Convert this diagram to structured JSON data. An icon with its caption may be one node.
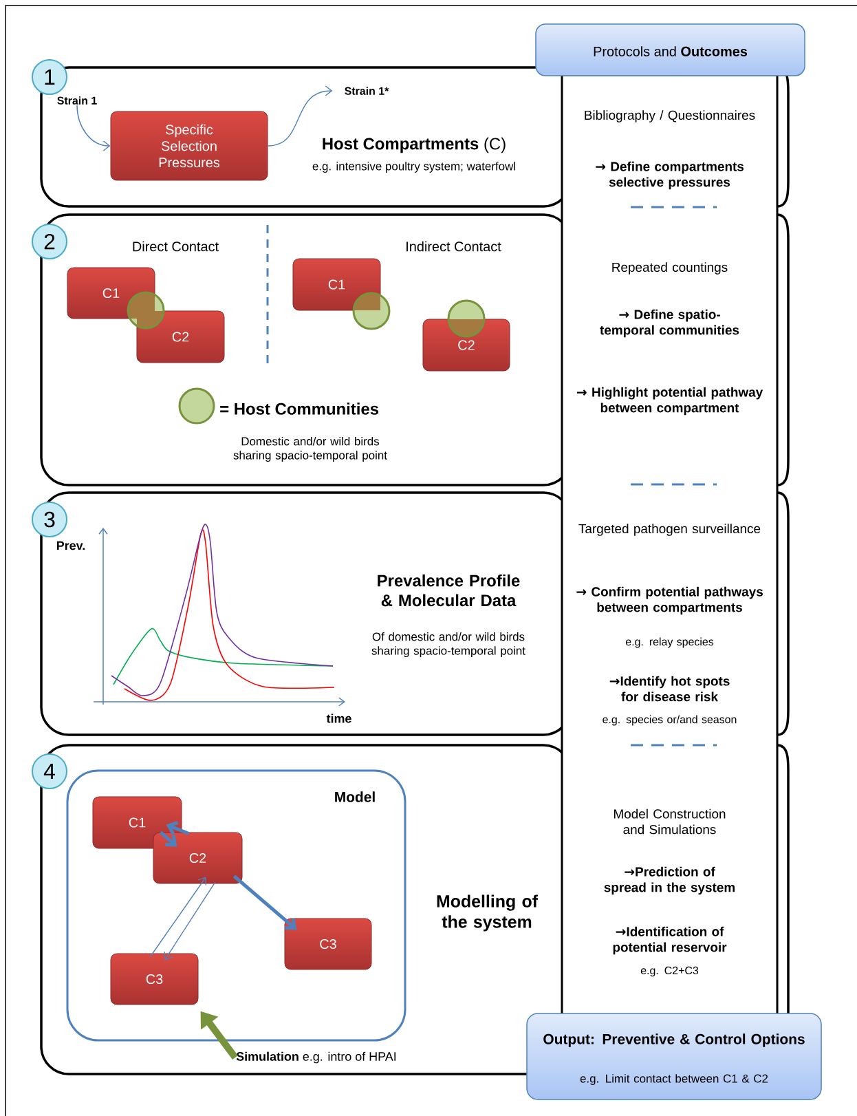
{
  "diagram": {
    "nodes": [
      {
        "text": [
          "Protocols and **Outcomes**"
        ]
      },
      {
        "text": [
          "Bibliography / Questionnaires",
          "→ Define compartments selective pressures",
          "Repeated countings",
          "→ Define spatio-temporal communities",
          "→ Highlight potential pathway between compartment",
          "Targeted pathogen surveillance",
          "→ Confirm potential pathways between compartments",
          "e.g. relay species",
          "→Identify hot spots for disease risk",
          "e.g. species or/and season",
          "Model Construction and Simulations",
          "→Prediction of spread in the system",
          "→Identification of potential reservoir",
          "e.g. C2+C3"
        ]
      },
      {
        "text": [
          "Output: Preventive & Control Options",
          "e.g. Limit contact between C1 & C2"
        ]
      },
      {
        "text": [
          "1"
        ]
      },
      {
        "text": [
          "**Host Compartments** (C)",
          "e.g. intensive poultry system; waterfowl"
        ]
      },
      {
        "text": [
          "Strain 1"
        ],
        "in": 4
      },
      {
        "text": [
          "Specific Selection Pressures"
        ],
        "in": 4
      },
      {
        "text": [
          "Strain 1*"
        ],
        "in": 4
      },
      {
        "text": [
          "2"
        ]
      },
      {
        "text": [],
        "shape": "box"
      },
      {
        "text": [
          "C1"
        ],
        "in": 9
      },
      {
        "text": [
          "C2"
        ],
        "in": 9
      },
      {
        "text": [
          "C1"
        ],
        "in": 9
      },
      {
        "text": [
          "C2"
        ],
        "in": 9
      },
      {
        "text": [
          "3"
        ]
      },
      {
        "text": [
          "Prevalence Profile & Molecular Data",
          "Of domestic and/or wild birds sharing spacio-temporal point"
        ]
      },
      {
        "text": [
          "4"
        ]
      },
      {
        "text": [
          "Modelling of the system"
        ]
      },
      {
        "text": [
          "Model"
        ],
        "in": 17
      },
      {
        "text": [
          "C1"
        ],
        "in": 18
      },
      {
        "text": [
          "C2"
        ],
        "in": 18
      },
      {
        "text": [
          "C3"
        ],
        "in": 18
      },
      {
        "text": [
          "C3"
        ],
        "in": 18
      },
      {
        "text": [
          "**Simulation** e.g. intro of HPAI"
        ],
        "in": 17
      }
    ],
    "edges": [
      {
        "from": 5,
        "to": 6,
        "arrow": "to"
      },
      {
        "from": 6,
        "to": 7,
        "arrow": "to"
      },
      {
        "from": 19,
        "to": 20,
        "arrow": "to",
        "style": "thick"
      },
      {
        "from": 20,
        "to": 19,
        "arrow": "to",
        "style": "thick"
      },
      {
        "from": 20,
        "to": 21,
        "arrow": "to",
        "style": "thick"
      },
      {
        "from": 22,
        "to": 20,
        "arrow": "to"
      },
      {
        "from": 20,
        "to": 22,
        "arrow": "to"
      },
      {
        "from": 23,
        "to": 22,
        "arrow": "to",
        "style": "thick",
        "color": "#77933c"
      }
    ],
    "labels": [
      "Direct Contact",
      "Indirect Contact",
      "Domestic and/or wild birds sharing spacio-temporal point",
      "Prev.",
      "time"
    ],
    "legend": [
      {
        "text": "= Host Communities"
      }
    ]
  }
}
